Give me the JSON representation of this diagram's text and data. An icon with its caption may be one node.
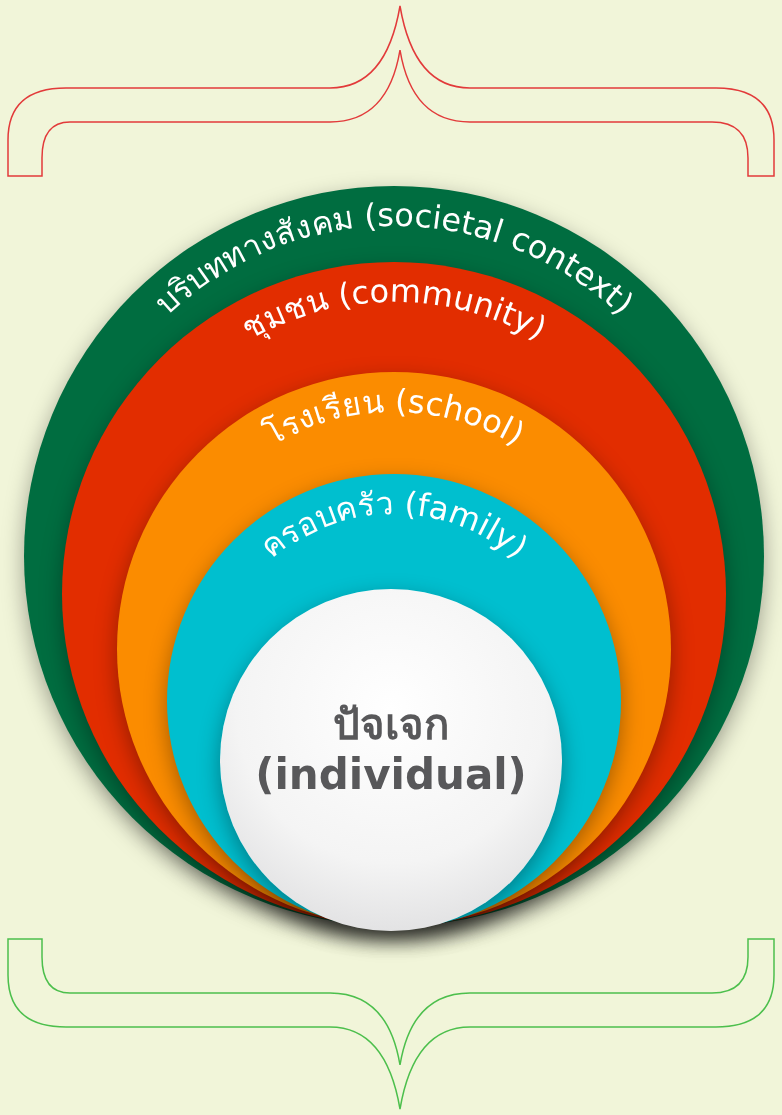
{
  "diagram": {
    "nodes": [
      {
        "text": [],
        "shape": "bracket"
      },
      {
        "text": [
          "บริบททางสังคม (societal context)"
        ]
      },
      {
        "text": [
          "ชุมชน (community)"
        ],
        "in": 1
      },
      {
        "text": [
          "โรงเรียน (school)"
        ],
        "in": 2
      },
      {
        "text": [
          "ครอบครัว (family)"
        ],
        "in": 3
      },
      {
        "text": [
          "ปัจเจก (individual)"
        ],
        "in": 4
      },
      {
        "text": [],
        "shape": "bracket"
      }
    ]
  }
}
